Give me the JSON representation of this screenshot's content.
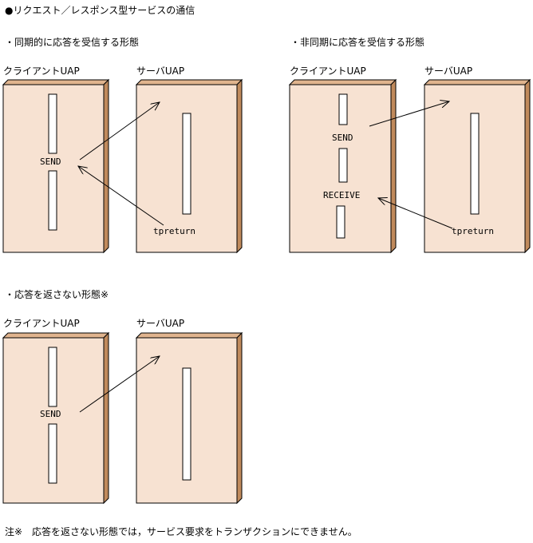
{
  "title": "●リクエスト／レスポンス型サービスの通信",
  "sections": [
    {
      "heading": "・同期的に応答を受信する形態",
      "client_label": "クライアントUAP",
      "server_label": "サーバUAP",
      "client_calls": [
        "SEND"
      ],
      "server_calls": [
        "tpreturn"
      ]
    },
    {
      "heading": "・非同期に応答を受信する形態",
      "client_label": "クライアントUAP",
      "server_label": "サーバUAP",
      "client_calls": [
        "SEND",
        "RECEIVE"
      ],
      "server_calls": [
        "tpreturn"
      ]
    },
    {
      "heading": "・応答を返さない形態※",
      "client_label": "クライアントUAP",
      "server_label": "サーバUAP",
      "client_calls": [
        "SEND"
      ],
      "server_calls": []
    }
  ],
  "note": "注※　応答を返さない形態では，サービス要求をトランザクションにできません。",
  "colors": {
    "box_face": "#f7e2d2",
    "box_top": "#e0b48e",
    "box_side": "#c08a5c",
    "line": "#000000",
    "bar_fill": "#ffffff"
  }
}
